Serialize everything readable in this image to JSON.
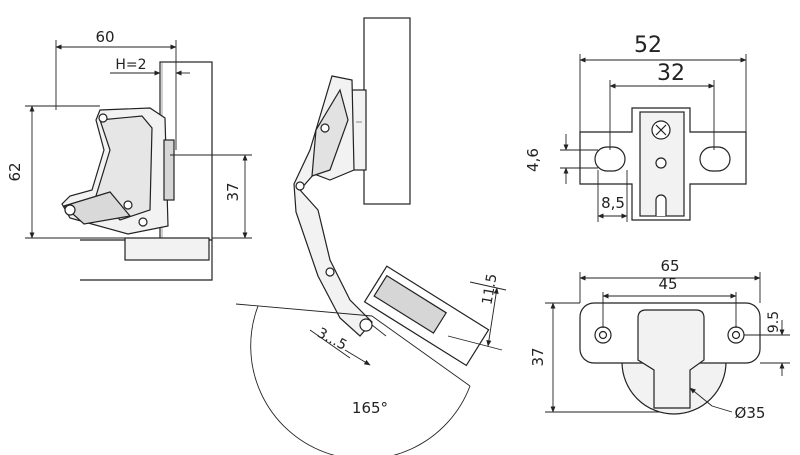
{
  "colors": {
    "line": "#222222",
    "thin": "#444444",
    "fill_part": "#f2f2f2",
    "fill_dark": "#d6d6d6",
    "dash": "#666666"
  },
  "side_view": {
    "dim_width": "60",
    "dim_overlay": "H=2",
    "dim_height_left": "62",
    "dim_height_right": "37"
  },
  "open_view": {
    "dim_offset": "11.5",
    "dim_gap": "3...5",
    "dim_angle": "165°"
  },
  "plate_top": {
    "dim_outer": "52",
    "dim_inner": "32",
    "dim_slot_h": "4,6",
    "dim_slot_w": "8,5"
  },
  "plate_bottom": {
    "dim_outer": "65",
    "dim_inner": "45",
    "dim_height": "37",
    "dim_offset": "9.5",
    "dim_cup": "Ø35"
  },
  "icons": [
    "side-view-drawing",
    "open-hinge-drawing",
    "mounting-plate-drawing",
    "hinge-cup-drawing"
  ]
}
